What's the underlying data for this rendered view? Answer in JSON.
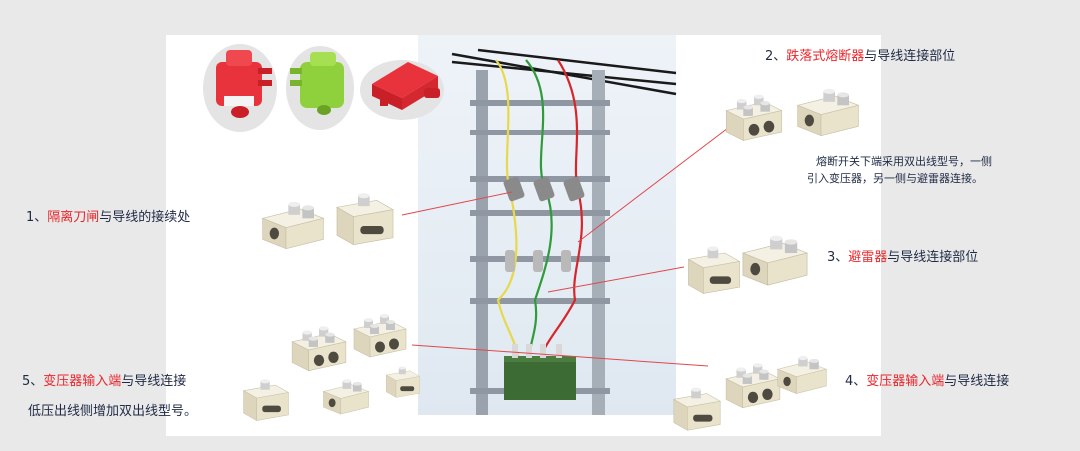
{
  "colors": {
    "highlight": "#e8262b",
    "text": "#1f2a44",
    "leader_line": "#e0484d",
    "clamp_body": "#eee9d8",
    "cover_red": "#e8333c",
    "cover_green": "#8fd13c",
    "transformer": "#3d6b34"
  },
  "labels": {
    "l1": {
      "num": "1、",
      "key": "隔离刀闸",
      "rest": "与导线的接续处"
    },
    "l2": {
      "num": "2、",
      "key": "跌落式熔断器",
      "rest": "与导线连接部位"
    },
    "l2_note": {
      "line1": "熔断开关下端采用双出线型号，一侧",
      "line2": "引入变压器，另一侧与避雷器连接。"
    },
    "l3": {
      "num": "3、",
      "key": "避雷器",
      "rest": "与导线连接部位"
    },
    "l4": {
      "num": "4、",
      "key": "变压器输入端",
      "rest": "与导线连接"
    },
    "l5": {
      "num": "5、",
      "key": "变压器输入端",
      "rest": "与导线连接"
    },
    "l5_note": "低压出线侧增加双出线型号。"
  },
  "icons": {
    "covers": [
      "red-insulation-cover-icon",
      "green-insulation-cover-icon",
      "red-cap-insulation-cover-icon"
    ],
    "clamps": "wire-connector-clamp-icon",
    "transformer": "transformer-icon"
  }
}
